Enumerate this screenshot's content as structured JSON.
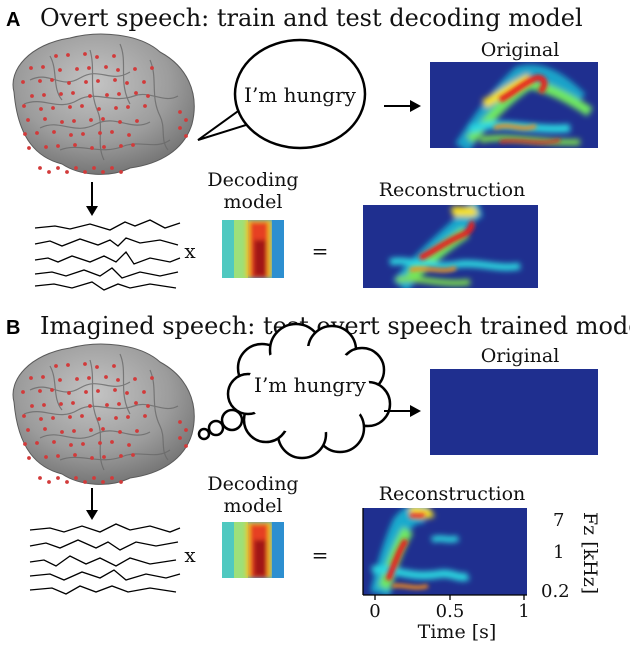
{
  "panel_a": {
    "letter": "A",
    "title": "Overt speech: train and test decoding model",
    "speech_text": "I’m hungry",
    "original_label": "Original",
    "decoding_label_line1": "Decoding",
    "decoding_label_line2": "model",
    "reconstruction_label": "Reconstruction",
    "times_symbol": "x",
    "equals_symbol": "="
  },
  "panel_b": {
    "letter": "B",
    "title": "Imagined speech: test overt speech trained model",
    "speech_text": "I’m hungry",
    "original_label": "Original",
    "decoding_label_line1": "Decoding",
    "decoding_label_line2": "model",
    "reconstruction_label": "Reconstruction",
    "times_symbol": "x",
    "equals_symbol": "=",
    "x_ticks": [
      "0",
      "0.5",
      "1"
    ],
    "x_axis_label": "Time [s]",
    "y_ticks": [
      "7",
      "1",
      "0.2"
    ],
    "y_axis_label": "Fz [kHz]"
  },
  "colors": {
    "brain": "#9a9a9a",
    "electrode": "#d23a3a",
    "spectro_bg": "#1f2f8f",
    "text": "#111111"
  }
}
